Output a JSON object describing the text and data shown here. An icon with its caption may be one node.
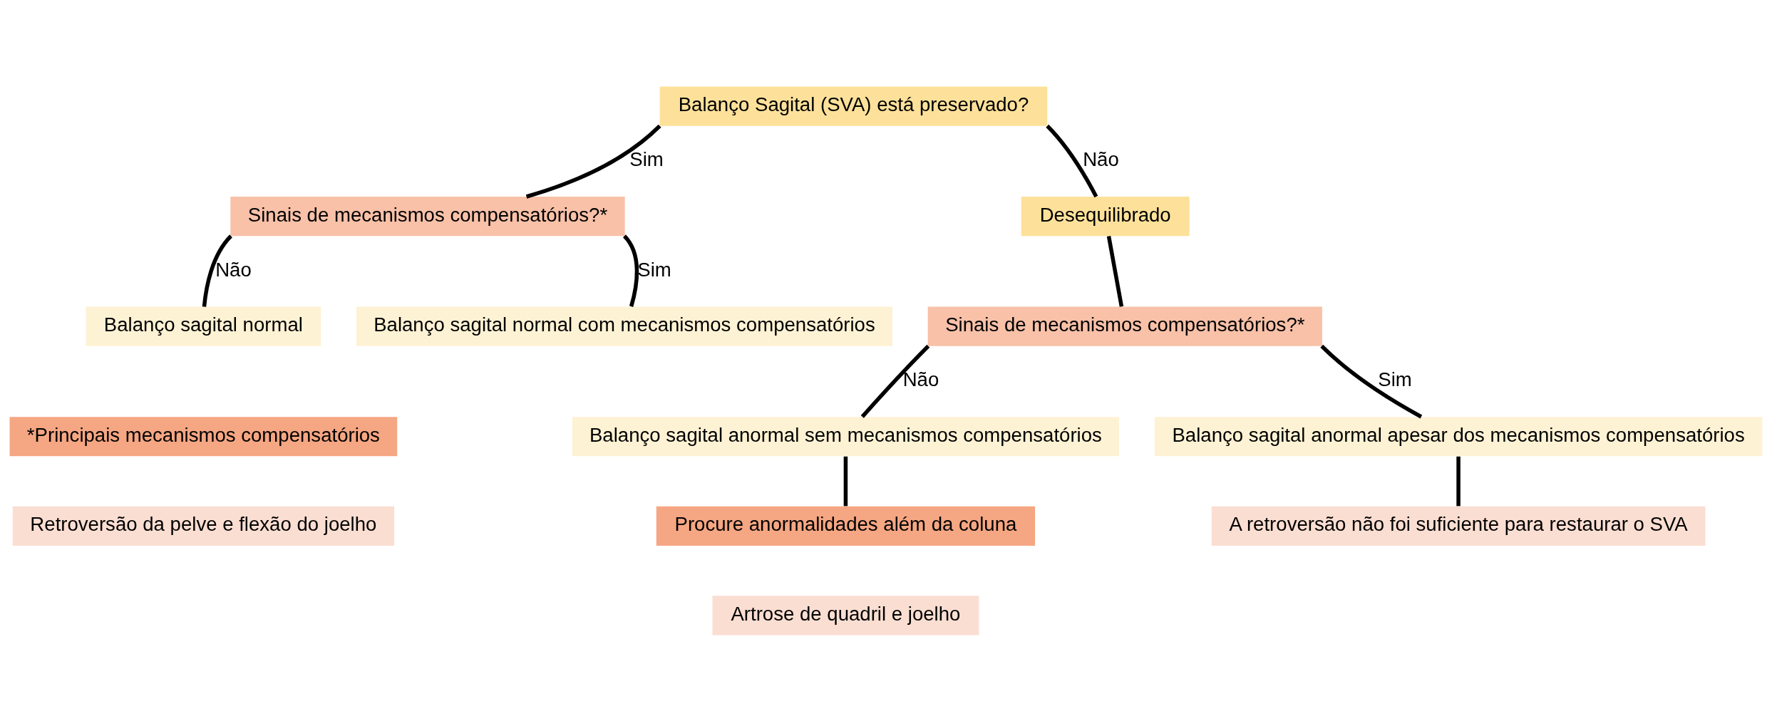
{
  "diagram": {
    "nodes": [
      {
        "text": [
          "Balanço Sagital (SVA) está preservado?"
        ]
      },
      {
        "text": [
          "Sinais de mecanismos compensatórios?*"
        ]
      },
      {
        "text": [
          "Balanço sagital normal"
        ]
      },
      {
        "text": [
          "Balanço sagital normal com mecanismos compensatórios"
        ]
      },
      {
        "text": [
          "Desequilibrado"
        ]
      },
      {
        "text": [
          "Sinais de mecanismos compensatórios?*"
        ]
      },
      {
        "text": [
          "Balanço sagital anormal sem mecanismos compensatórios"
        ]
      },
      {
        "text": [
          "Balanço sagital anormal apesar dos mecanismos compensatórios"
        ]
      },
      {
        "text": [
          "*Principais mecanismos compensatórios"
        ]
      },
      {
        "text": [
          "Retroversão da pelve e flexão do joelho"
        ]
      },
      {
        "text": [
          "Procure anormalidades além da coluna"
        ]
      },
      {
        "text": [
          "Artrose de quadril e joelho"
        ]
      },
      {
        "text": [
          "A retroversão não foi suficiente para restaurar o SVA"
        ]
      }
    ],
    "edges": [
      {
        "from": 0,
        "to": 1,
        "label": "Sim",
        "arrow": "none"
      },
      {
        "from": 0,
        "to": 4,
        "label": "Não",
        "arrow": "none"
      },
      {
        "from": 1,
        "to": 2,
        "label": "Não",
        "arrow": "none"
      },
      {
        "from": 1,
        "to": 3,
        "label": "Sim",
        "arrow": "none"
      },
      {
        "from": 4,
        "to": 5,
        "arrow": "none"
      },
      {
        "from": 5,
        "to": 6,
        "label": "Não",
        "arrow": "none"
      },
      {
        "from": 5,
        "to": 7,
        "label": "Sim",
        "arrow": "none"
      },
      {
        "from": 6,
        "to": 10,
        "arrow": "none"
      },
      {
        "from": 7,
        "to": 12,
        "arrow": "none"
      }
    ]
  }
}
